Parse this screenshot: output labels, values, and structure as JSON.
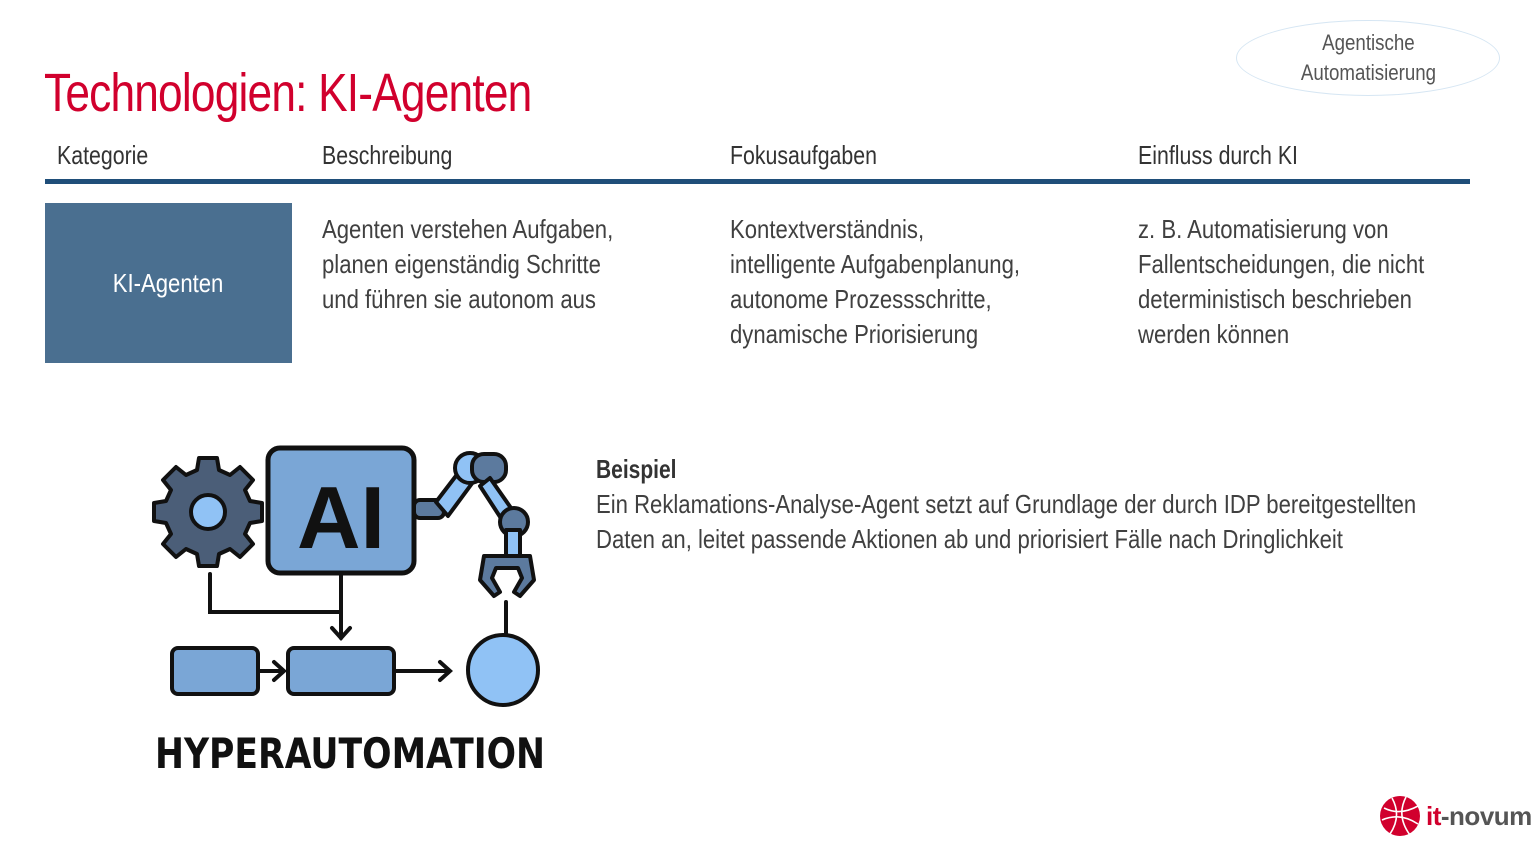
{
  "slide": {
    "title": "Technologien: KI-Agenten",
    "badge": {
      "line1": "Agentische",
      "line2": "Automatisierung"
    },
    "accent_color": "#d1002d",
    "rule_color": "#1f4e79",
    "category_fill": "#4a6f90"
  },
  "table": {
    "headers": [
      "Kategorie",
      "Beschreibung",
      "Fokusaufgaben",
      "Einfluss durch KI"
    ],
    "row": {
      "category": "KI-Agenten",
      "description": [
        "Agenten verstehen Aufgaben,",
        "planen eigenständig Schritte",
        "und führen sie autonom aus"
      ],
      "focus": [
        "Kontextverständnis,",
        "intelligente Aufgabenplanung,",
        "autonome Prozessschritte,",
        "dynamische Priorisierung"
      ],
      "impact": [
        "z. B. Automatisierung von",
        "Fallentscheidungen, die nicht",
        "deterministisch beschrieben",
        "werden können"
      ]
    }
  },
  "illustration": {
    "ai_label": "AI",
    "caption": "HYPERAUTOMATION"
  },
  "example": {
    "label": "Beispiel",
    "lines": [
      "Ein Reklamations-Analyse-Agent setzt auf Grundlage der durch IDP bereitgestellten",
      "Daten an, leitet passende Aktionen ab und priorisiert Fälle nach Dringlichkeit"
    ]
  },
  "logo": {
    "prefix": "it",
    "suffix": "-novum"
  }
}
